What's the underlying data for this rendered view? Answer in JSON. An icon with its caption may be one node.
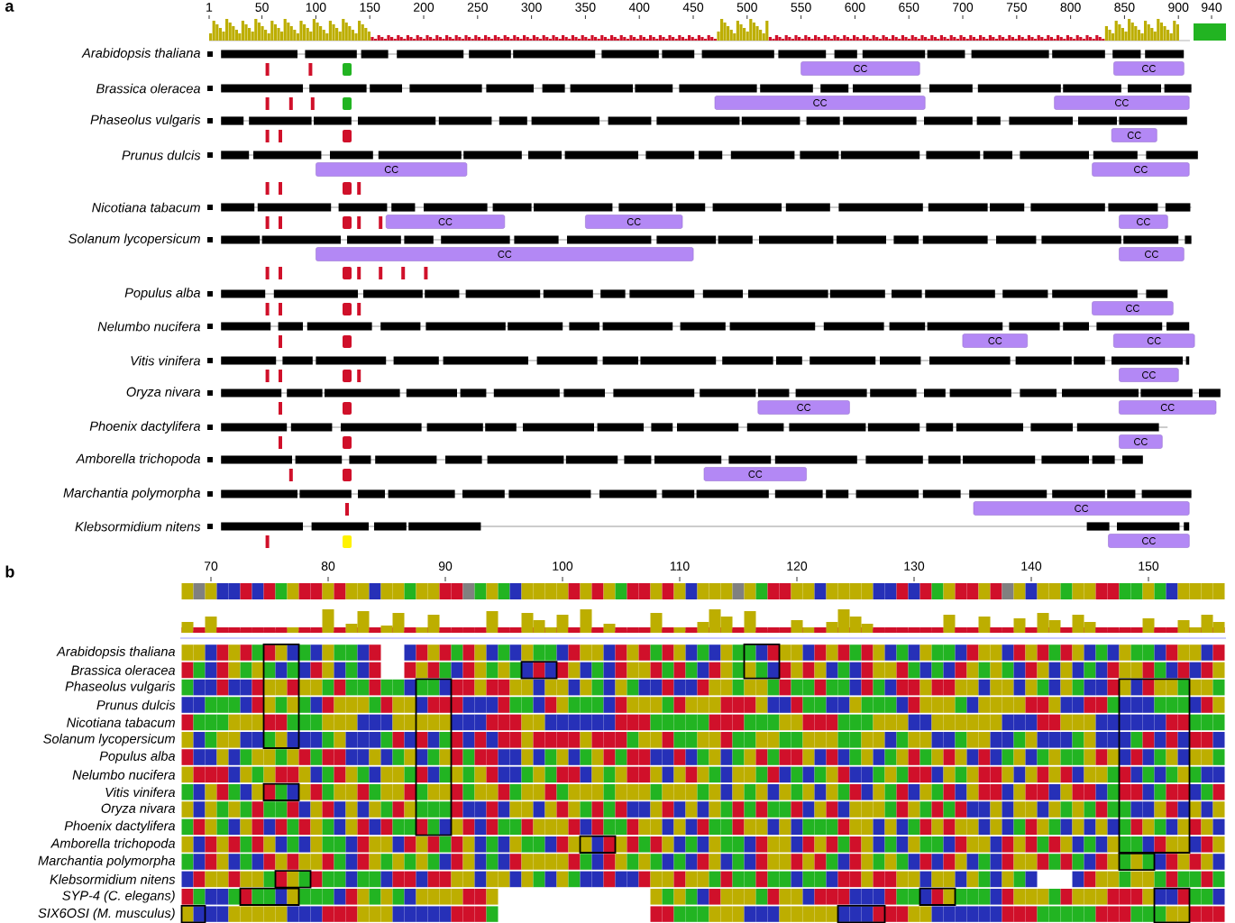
{
  "diagram": {
    "nodes": [
      {
        "text": [
          "CC"
        ]
      },
      {
        "text": [
          "CC"
        ]
      },
      {
        "text": [
          "CC"
        ]
      },
      {
        "text": [
          "CC"
        ]
      },
      {
        "text": [
          "CC"
        ]
      },
      {
        "text": [
          "CC"
        ]
      },
      {
        "text": [
          "CC"
        ]
      },
      {
        "text": [
          "CC"
        ]
      },
      {
        "text": [
          "CC"
        ]
      },
      {
        "text": [
          "CC"
        ]
      },
      {
        "text": [
          "CC"
        ]
      },
      {
        "text": [
          "CC"
        ]
      },
      {
        "text": [
          "CC"
        ]
      },
      {
        "text": [
          "CC"
        ]
      },
      {
        "text": [
          "CC"
        ]
      },
      {
        "text": [
          "CC"
        ]
      },
      {
        "text": [
          "CC"
        ]
      },
      {
        "text": [
          "CC"
        ]
      },
      {
        "text": [
          "CC"
        ]
      },
      {
        "text": [
          "CC"
        ]
      },
      {
        "text": [
          "CC"
        ]
      },
      {
        "text": [
          "CC"
        ]
      }
    ],
    "labels": [
      "a",
      "1",
      "50",
      "100",
      "150",
      "200",
      "250",
      "300",
      "350",
      "400",
      "450",
      "500",
      "550",
      "600",
      "650",
      "700",
      "750",
      "800",
      "850",
      "900",
      "940",
      "Arabidopsis thaliana",
      "Brassica oleracea",
      "Phaseolus vulgaris",
      "Prunus dulcis",
      "Nicotiana tabacum",
      "Solanum lycopersicum",
      "Populus alba",
      "Nelumbo nucifera",
      "Vitis vinifera",
      "Oryza nivara",
      "Phoenix dactylifera",
      "Amborella trichopoda",
      "Marchantia polymorpha",
      "Klebsormidium nitens",
      "b",
      "70",
      "80",
      "90",
      "100",
      "110",
      "120",
      "130",
      "140",
      "150",
      "Arabidopsis thaliana",
      "Brassica oleracea",
      "Phaseolus vulgaris",
      "Prunus dulcis",
      "Nicotiana tabacum",
      "Solanum lycopersicum",
      "Populus alba",
      "Nelumbo nucifera",
      "Vitis vinifera",
      "Oryza nivara",
      "Phoenix dactylifera",
      "Amborella trichopoda",
      "Marchantia polymorpha",
      "Klebsormidium nitens",
      "SYP-4 (C. elegans)",
      "SIX6OSI (M. musculus)"
    ]
  }
}
